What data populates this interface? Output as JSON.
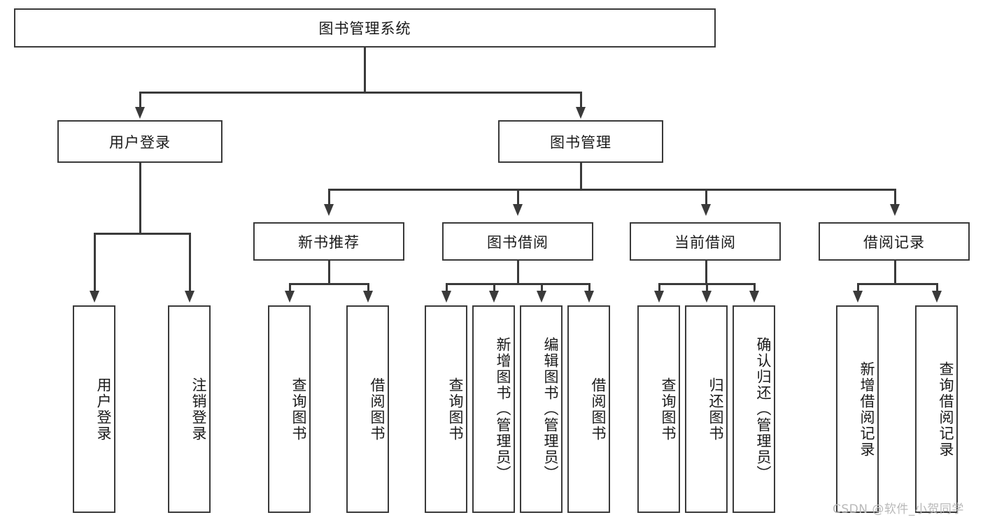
{
  "diagram": {
    "type": "tree-hierarchy",
    "title": "图书管理系统",
    "root": {
      "label": "图书管理系统"
    },
    "level1": [
      {
        "label": "用户登录"
      },
      {
        "label": "图书管理"
      }
    ],
    "level2": [
      {
        "label": "新书推荐"
      },
      {
        "label": "图书借阅"
      },
      {
        "label": "当前借阅"
      },
      {
        "label": "借阅记录"
      }
    ],
    "leaves": {
      "user_login": [
        {
          "label": "用户登录"
        },
        {
          "label": "注销登录"
        }
      ],
      "new_book_recommend": [
        {
          "label": "查询图书"
        },
        {
          "label": "借阅图书"
        }
      ],
      "book_borrow": [
        {
          "label": "查询图书"
        },
        {
          "label": "新增图书（管理员）"
        },
        {
          "label": "编辑图书（管理员）"
        },
        {
          "label": "借阅图书"
        }
      ],
      "current_borrow": [
        {
          "label": "查询图书"
        },
        {
          "label": "归还图书"
        },
        {
          "label": "确认归还（管理员）"
        }
      ],
      "borrow_record": [
        {
          "label": "新增借阅记录"
        },
        {
          "label": "查询借阅记录"
        }
      ]
    }
  },
  "watermark": {
    "text": "CSDN @软件_小贺同学"
  },
  "colors": {
    "stroke": "#3a3a3a",
    "fill": "#ffffff",
    "text": "#1a1a1a",
    "watermark": "#b9b9b9"
  }
}
